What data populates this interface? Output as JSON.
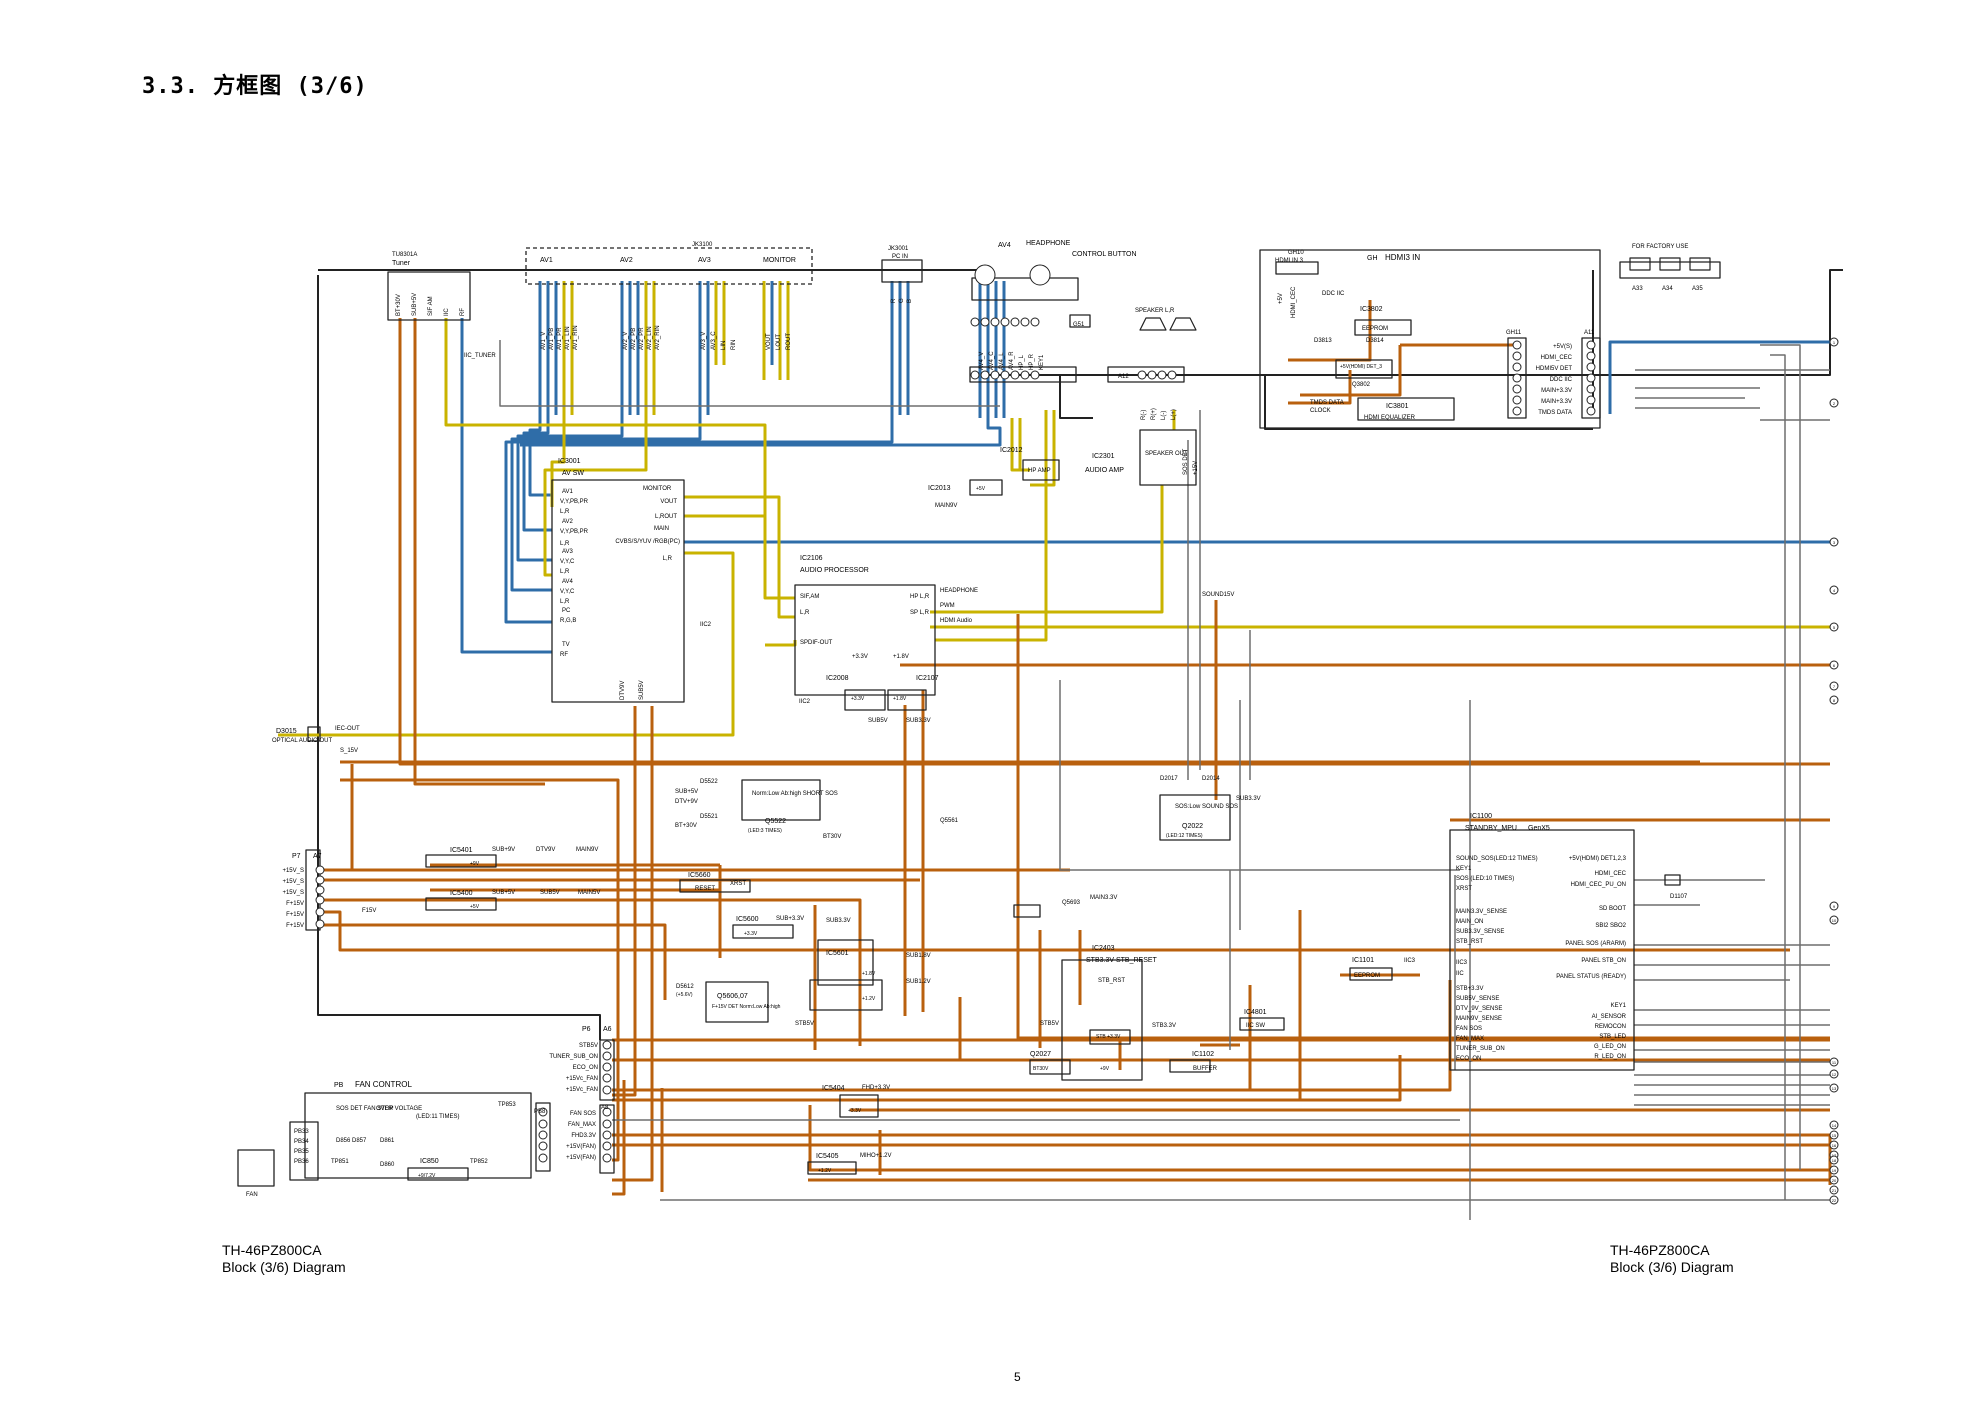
{
  "page": {
    "title": "3.3.  方框图 (3/6)",
    "number": "5"
  },
  "captions": {
    "left": {
      "model": "TH-46PZ800CA",
      "name": "Block (3/6) Diagram"
    },
    "right": {
      "model": "TH-46PZ800CA",
      "name": "Block (3/6) Diagram"
    }
  },
  "colors": {
    "video_blue": "#2f6da8",
    "audio_yellow": "#c9b300",
    "power_orange": "#b9600e",
    "line_black": "#222222",
    "line_gray": "#6e6e6e"
  },
  "blocks": {
    "tuner": {
      "ref": "TU8301A",
      "name": "Tuner",
      "pins": [
        "BT+30V",
        "SUB+5V",
        "SIF AM",
        "IIC",
        "RF"
      ],
      "note": "IIC_TUNER"
    },
    "jk3100": {
      "ref": "JK3100",
      "groups": [
        "AV1",
        "AV2",
        "AV3",
        "MONITOR"
      ],
      "av1_pins": [
        "AV1_V",
        "AV1_PB",
        "AV1_PR",
        "AV1_LIN",
        "AV1_RIN"
      ],
      "av2_pins": [
        "AV2_V",
        "AV2_PB",
        "AV2_PR",
        "AV2_LIN",
        "AV2_RIN"
      ],
      "av3_pins": [
        "AV3_V",
        "AV3_C",
        "LIN",
        "RIN"
      ],
      "mon_pins": [
        "VOUT",
        "LOUT",
        "ROUT"
      ]
    },
    "jk3001": {
      "ref": "JK3001",
      "name": "PC IN",
      "pins": [
        "R",
        "G",
        "B"
      ]
    },
    "av4": {
      "ref": "AV4",
      "headphone": "HEADPHONE",
      "control": "CONTROL BUTTON",
      "conn": "G51",
      "pins": [
        "AV4_V",
        "AV4_C",
        "AV4_L",
        "AV4_R",
        "HP_L",
        "HP_R",
        "KEY1"
      ]
    },
    "speaker": {
      "name": "SPEAKER L,R",
      "conn": "A12",
      "pins": [
        "R(-)",
        "R(+)",
        "L(-)",
        "L(+)"
      ]
    },
    "hdmi3": {
      "conn_ref": "GH10",
      "conn_name": "HDMI IN 3",
      "board": "GH",
      "board_name": "HDMI3 IN",
      "pins": [
        "+5V",
        "HDMI_CEC"
      ],
      "ddc": "DDC IIC",
      "ic3802": "IC3802",
      "eeprom": "EEPROM",
      "d3813": "D3813",
      "d3814": "D3814",
      "q3802_label": "+5V(HDMI) DET_3",
      "q3802": "Q3802",
      "ic3801": "IC3801",
      "hdmi_eq": "HDMI EQUALIZER",
      "tmds": "TMDS DATA",
      "clock": "CLOCK",
      "gh11": "GH11"
    },
    "a11": {
      "ref": "A11",
      "signals": [
        "+5V(S)",
        "HDMI_CEC",
        "HDMI5V DET",
        "DDC IIC",
        "MAIN+3.3V",
        "MAIN+3.3V",
        "TMDS DATA"
      ]
    },
    "factory": {
      "name": "FOR FACTORY USE",
      "pins": [
        "A33",
        "A34",
        "A35"
      ]
    },
    "ic3001": {
      "ref": "IC3001",
      "name": "AV SW",
      "tags": [
        "AV1",
        "AV2",
        "AV3",
        "AV4",
        "PC",
        "TV"
      ],
      "inputs": [
        "V,Y,PB,PR",
        "L,R",
        "V,Y,PB,PR",
        "L,R",
        "V,Y,C",
        "L,R",
        "V,Y,C",
        "L,R",
        "R,G,B",
        "RF"
      ],
      "outputs": [
        "MONITOR",
        "VOUT",
        "L,ROUT",
        "MAIN",
        "CVBS/S/YUV /RGB(PC)",
        "L,R"
      ],
      "iic": "IIC2",
      "supply": [
        "DTV9V",
        "SUB5V"
      ]
    },
    "ic2012": {
      "ref": "IC2012",
      "name": "HP AMP"
    },
    "ic2013": {
      "ref": "IC2013",
      "volt": "+5V",
      "supply": "MAIN9V"
    },
    "ic2301": {
      "ref": "IC2301",
      "name": "AUDIO AMP",
      "inner": "SPEAKER OUT",
      "pins": [
        "SOS DET",
        "+15V"
      ]
    },
    "ic2106": {
      "ref": "IC2106",
      "name": "AUDIO PROCESSOR",
      "in": [
        "SIF,AM",
        "L,R",
        "SPDIF-OUT"
      ],
      "out": [
        "HP L,R",
        "SP L,R"
      ],
      "sig": [
        "HEADPHONE",
        "PWM",
        "HDMI Audio"
      ],
      "rails": [
        "+3.3V",
        "+1.8V"
      ],
      "iic": "IIC2"
    },
    "ic2008": {
      "ref": "IC2008",
      "volt": "+3.3V",
      "supply": "SUB5V"
    },
    "ic2107": {
      "ref": "IC2107",
      "volt": "+1.8V",
      "supply": "SUB3.3V"
    },
    "sound15": "SOUND15V",
    "d3015": {
      "ref": "D3015",
      "name": "OPTICAL AUDIO OUT",
      "sig": "IEC-OUT"
    },
    "s15": "S_15V",
    "q5522": {
      "d1": "D5522",
      "d2": "D5521",
      "pins": [
        "SUB+5V",
        "DTV+9V",
        "BT+30V"
      ],
      "txt": "Norm:Low Ab:high SHORT SOS",
      "ref": "Q5522",
      "note": "(LED:3 TIMES)",
      "bt30": "BT30V"
    },
    "p7": {
      "ref": "P7",
      "conn": "A7",
      "pins": [
        "+15V_S",
        "+15V_S",
        "+15V_S",
        "F+15V",
        "F+15V",
        "F+15V"
      ],
      "f15": "F15V"
    },
    "ic5401": {
      "ref": "IC5401",
      "out": "SUB+9V",
      "volt": "+9V",
      "rails": [
        "DTV9V",
        "MAIN9V"
      ]
    },
    "ic5400": {
      "ref": "IC5400",
      "out": "SUB+5V",
      "volt": "+5V",
      "rails": [
        "SUB5V",
        "MAIN5V"
      ]
    },
    "ic5660": {
      "ref": "IC5660",
      "name": "RESET",
      "sig": "XRST"
    },
    "ic5600": {
      "ref": "IC5600",
      "out": "SUB+3.3V",
      "volt": "+3.3V",
      "rail": "SUB3.3V"
    },
    "q5561": "Q5561",
    "ic5601": {
      "ref": "IC5601",
      "out": [
        "SUB1.8V",
        "SUB1.2V"
      ],
      "volt": [
        "+1.8V",
        "+1.2V"
      ]
    },
    "q5606": {
      "d": "D5612",
      "dnote": "(+5.6V)",
      "ref": "Q5606,07",
      "txt": "F+15V DET Norm:Low Ab:high"
    },
    "stb5v": "STB5V",
    "q5693": {
      "ref": "Q5693",
      "rail": "MAIN3.3V"
    },
    "ic2403": {
      "ref": "IC2403",
      "name": "STB3.3V STB_RESET",
      "pin": "STB_RST",
      "stb": "STB +3.3V",
      "v9": "+9V"
    },
    "q2027": {
      "ref": "Q2027",
      "stb": "STB5V",
      "box": "BT30V"
    },
    "ic1102": {
      "ref": "IC1102",
      "name": "BUFFER",
      "rail": "STB3.3V"
    },
    "ic4801": {
      "ref": "IC4801",
      "name": "IIC SW"
    },
    "ic1101": {
      "ref": "IC1101",
      "name": "EEPROM",
      "iic": "IIC3"
    },
    "q2022": {
      "d1": "D2017",
      "d2": "D2014",
      "txt": "SOS:Low SOUND SOS",
      "ref": "Q2022",
      "note": "(LED:12 TIMES)",
      "rail": "SUB3.3V"
    },
    "ic1100": {
      "ref": "IC1100",
      "name": "STANDBY_MPU",
      "tag": "GenX5",
      "left_pins": [
        "SOUND_SOS(LED:12 TIMES)",
        "KEY1",
        "SOS (LED:10 TIMES)",
        "XRST",
        "MAIN3.3V_SENSE",
        "MAIN_ON",
        "SUB3.3V_SENSE",
        "STB_RST",
        "IIC3",
        "IIC",
        "STB+3.3V",
        "SUB5V_SENSE",
        "DTV_9V_SENSE",
        "MAIN9V_SENSE",
        "FAN SOS",
        "FAN_MAX",
        "TUNER_SUB_ON",
        "ECO_ON"
      ],
      "right_pins": [
        "+5V(HDMI) DET1,2,3",
        "HDMI_CEC",
        "HDMI_CEC_PU_ON",
        "SD BOOT",
        "SBI2 SBO2",
        "PANEL SOS (ARARM)",
        "PANEL STB_ON",
        "PANEL STATUS (READY)",
        "KEY1",
        "AI_SENSOR",
        "REMOCON",
        "STB_LED",
        "G_LED_ON",
        "R_LED_ON"
      ],
      "d1107": "D1107"
    },
    "p6": {
      "ref": "P6",
      "conn": "A6",
      "pins": [
        "STB5V",
        "TUNER_SUB_ON",
        "ECO_ON",
        "+15Vc_FAN",
        "+15Vc_FAN"
      ]
    },
    "pb": {
      "ref": "PB",
      "name": "FAN CONTROL",
      "conn": "PB8",
      "a8": "A8",
      "pins": [
        "FAN SOS",
        "FAN_MAX",
        "FHD3.3V",
        "+15V(FAN)",
        "+15V(FAN)"
      ],
      "sos": "SOS DET FAN STOP",
      "over": "OVER VOLTAGE",
      "led": "(LED:11 TIMES)",
      "tp853": "TP853",
      "tp851": "TP851",
      "tp852": "TP852",
      "d856": "D856 D857",
      "d861": "D861",
      "d860": "D860",
      "ic850": "IC850",
      "ic850v": "+9/7.2V",
      "fans": [
        "PB33",
        "PB34",
        "PB35",
        "PB36"
      ],
      "fan": "FAN"
    },
    "ic5404": {
      "ref": "IC5404",
      "out": "FHD+3.3V",
      "volt": "+3.3V"
    },
    "ic5405": {
      "ref": "IC5405",
      "out": "MIHO+1.2V",
      "volt": "+1.2V"
    },
    "offpage": [
      "1",
      "2",
      "3",
      "4",
      "5",
      "6",
      "7",
      "8",
      "9",
      "10",
      "11",
      "12",
      "13",
      "14",
      "15",
      "16",
      "17",
      "18",
      "19",
      "20",
      "21",
      "22"
    ]
  }
}
